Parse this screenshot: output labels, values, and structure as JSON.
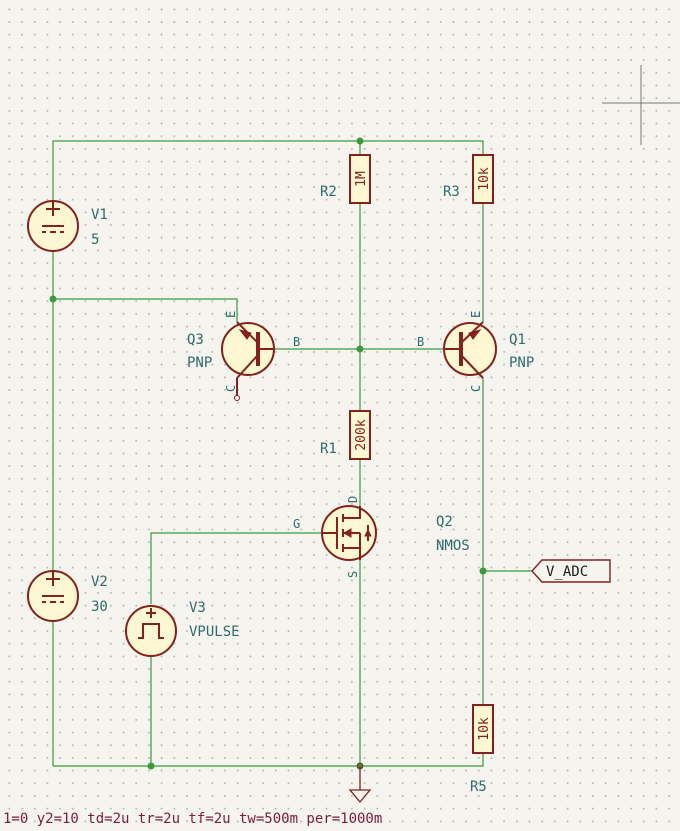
{
  "components": {
    "V1": {
      "ref": "V1",
      "value": "5"
    },
    "V2": {
      "ref": "V2",
      "value": "30"
    },
    "V3": {
      "ref": "V3",
      "value": "VPULSE"
    },
    "R1": {
      "ref": "R1",
      "value": "200k"
    },
    "R2": {
      "ref": "R2",
      "value": "1M"
    },
    "R3": {
      "ref": "R3",
      "value": "10k"
    },
    "R5": {
      "ref": "R5",
      "value": "10k"
    },
    "Q1": {
      "ref": "Q1",
      "value": "PNP"
    },
    "Q2": {
      "ref": "Q2",
      "value": "NMOS"
    },
    "Q3": {
      "ref": "Q3",
      "value": "PNP"
    }
  },
  "pins": {
    "base": "B",
    "emitter": "E",
    "collector": "C",
    "gate": "G",
    "drain": "D",
    "source": "S"
  },
  "net_label": "V_ADC",
  "spice_params": "1=0 y2=10 td=2u tr=2u tf=2u tw=500m per=1000m"
}
